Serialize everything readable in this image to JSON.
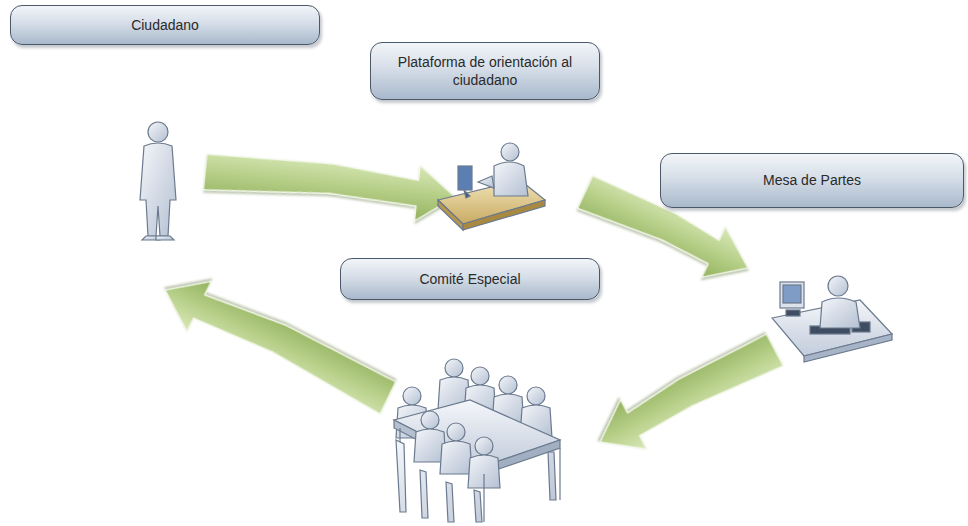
{
  "diagram": {
    "nodes": [
      {
        "text": [
          "Ciudadano"
        ]
      },
      {
        "text": [
          "Plataforma de orientación al ciudadano"
        ]
      },
      {
        "text": [
          "Mesa de Partes"
        ]
      },
      {
        "text": [
          "Comité Especial"
        ]
      }
    ],
    "edges": [
      {
        "from": 0,
        "to": 1,
        "arrow": "to"
      },
      {
        "from": 1,
        "to": 2,
        "arrow": "to"
      },
      {
        "from": 2,
        "to": 3,
        "arrow": "to"
      },
      {
        "from": 3,
        "to": 0,
        "arrow": "to"
      }
    ]
  }
}
